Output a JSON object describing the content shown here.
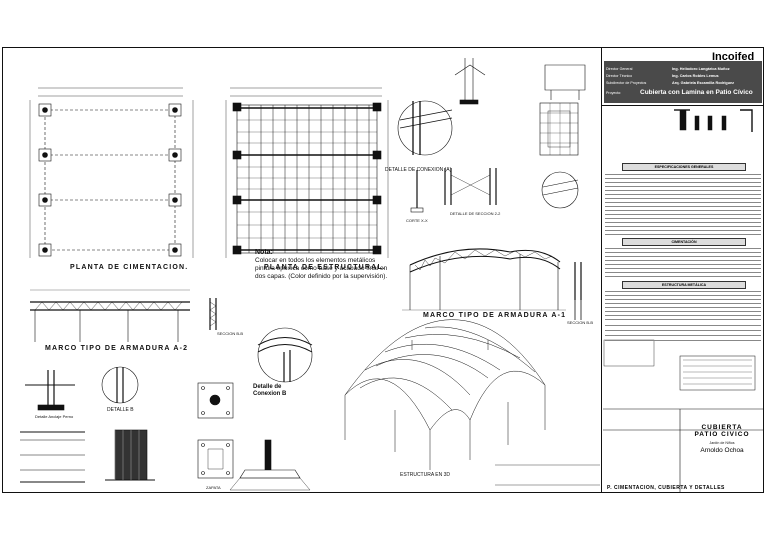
{
  "company": "Incoifed",
  "title_block": {
    "director_general_label": "Director General",
    "director_general": "Ing. Heliodoro Langárica Muñoz",
    "director_tecnico_label": "Director Técnico",
    "director_tecnico": "Ing. Carlos Robles Lemus",
    "subdirector_label": "Subdirector de Proyectos",
    "subdirector": "Arq. Gabriela Escamilla Rodriguez",
    "proyecto_label": "Proyecto:",
    "proyecto": "Cubierta con Lamina en Patio Cívico",
    "seccion_especificaciones": "ESPECIFICACIONES GENERALES",
    "seccion_cimentacion": "CIMENTACIÓN",
    "seccion_estructura": "ESTRUCTURA METÁLICA",
    "cubierta_line1": "CUBIERTA",
    "cubierta_line2": "PATIO CIVICO",
    "escuela": "Jardín de Niños",
    "escuela_nombre": "Arnoldo Ochoa",
    "plano_titulo": "P. CIMENTACION, CUBIERTA Y DETALLES"
  },
  "drawings": {
    "planta_cimentacion": "PLANTA DE CIMENTACION.",
    "planta_estructural": "PLANTA DE ESTRUCTURAL.",
    "marco_a2": "MARCO TIPO DE ARMADURA A-2",
    "marco_a1": "MARCO TIPO DE ARMADURA A-1",
    "detalle_conexion_a": "DETALLE DE CONEXION (A)",
    "detalle_conexion_b": "Detalle de Conexion B",
    "detalle_b": "DETALLE B",
    "estructura_3d": "ESTRUCTURA EN 3D",
    "corte_x_x": "CORTE X-X",
    "detalle_seccion_2_2": "DETALLE DE SECCION 2-2",
    "detalle_anclaje": "Detalle Anclaje Perno",
    "seccion_b_b": "SECCION B-B",
    "zapata": "ZAPATA"
  },
  "note": {
    "heading": "Nota:",
    "body": "Colocar en todos los elementos metálicos pintura epoxica como base y acabado final en dos capas. (Color definido por la supervisión)."
  }
}
